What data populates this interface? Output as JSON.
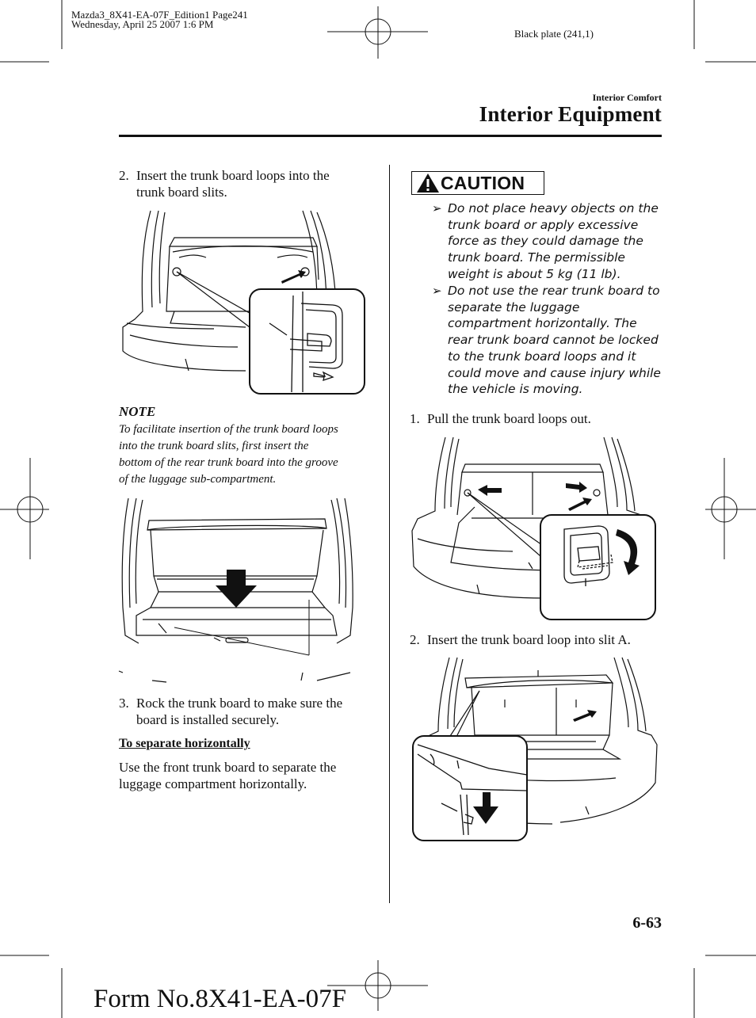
{
  "print_meta": {
    "job_line": "Mazda3_8X41-EA-07F_Edition1 Page241",
    "date_line": "Wednesday, April 25 2007 1:6 PM",
    "plate": "Black plate (241,1)"
  },
  "header": {
    "section": "Interior Comfort",
    "title": "Interior Equipment"
  },
  "left": {
    "step2_num": "2.",
    "step2_lines": [
      "Insert the trunk board loops into the",
      "trunk board slits."
    ],
    "note_heading": "NOTE",
    "note_lines": [
      "To facilitate insertion of the trunk board loops",
      "into the trunk board slits, first insert the",
      "bottom of the rear trunk board into the groove",
      "of the luggage sub-compartment."
    ],
    "step3_num": "3.",
    "step3_lines": [
      "Rock the trunk board to make sure the",
      "board is installed securely."
    ],
    "subheading": "To separate horizontally",
    "para_lines": [
      "Use the front trunk board to separate the",
      "luggage compartment horizontally."
    ]
  },
  "right": {
    "caution_label": "CAUTION",
    "bullet_glyph": "➢",
    "caution_items": [
      {
        "lines": [
          "Do not place heavy objects on the",
          "trunk board or apply excessive",
          "force as they could damage the",
          "trunk board. The permissible",
          "weight is about 5 kg (11 lb)."
        ]
      },
      {
        "lines": [
          "Do not use the rear trunk board to",
          "separate the luggage",
          "compartment horizontally. The",
          "rear trunk board cannot be locked",
          "to the trunk board loops and it",
          "could move and cause injury while",
          "the vehicle is moving."
        ]
      }
    ],
    "step1_num": "1.",
    "step1_line": "Pull the trunk board loops out.",
    "step2_num": "2.",
    "step2_line": "Insert the trunk board loop into slit A."
  },
  "footer": {
    "page_number": "6-63",
    "form_number": "Form No.8X41-EA-07F"
  }
}
